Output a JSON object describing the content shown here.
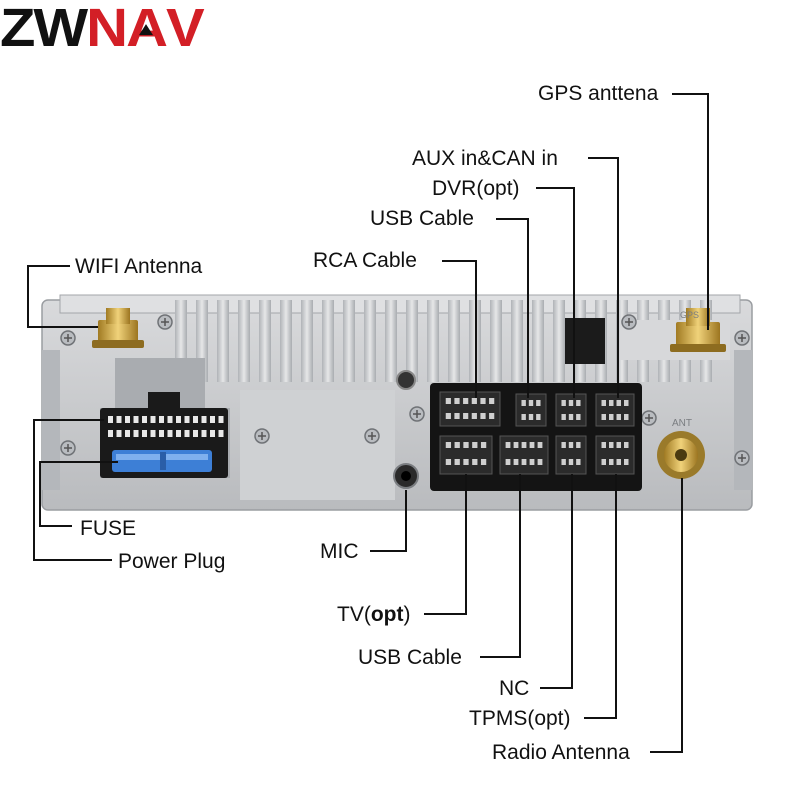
{
  "brand": {
    "logo_dark": "ZW",
    "logo_red": "N",
    "logo_a": "A",
    "logo_v": "V",
    "logo_color_dark": "#111111",
    "logo_color_red": "#d31f26"
  },
  "labels": {
    "gps_antenna": "GPS anttena",
    "aux_can": "AUX in&CAN in",
    "dvr": "DVR(opt)",
    "usb_cable_top": "USB Cable",
    "rca_cable": "RCA Cable",
    "wifi_antenna": "WIFI Antenna",
    "fuse": "FUSE",
    "power_plug": "Power Plug",
    "mic": "MIC",
    "tv_prefix": "TV(",
    "tv_bold": "opt",
    "tv_suffix": ")",
    "usb_cable_bottom": "USB Cable",
    "nc": "NC",
    "tpms": "TPMS(opt)",
    "radio_antenna": "Radio Antenna"
  },
  "panel_marks": {
    "ant": "ANT",
    "gps": "GPS"
  },
  "colors": {
    "chassis": "#c9cbce",
    "chassis_dark": "#8e9196",
    "connector": "#1a1a1a",
    "fuse_blue": "#3d7fd6",
    "antenna_gold": "#c8a24a"
  }
}
